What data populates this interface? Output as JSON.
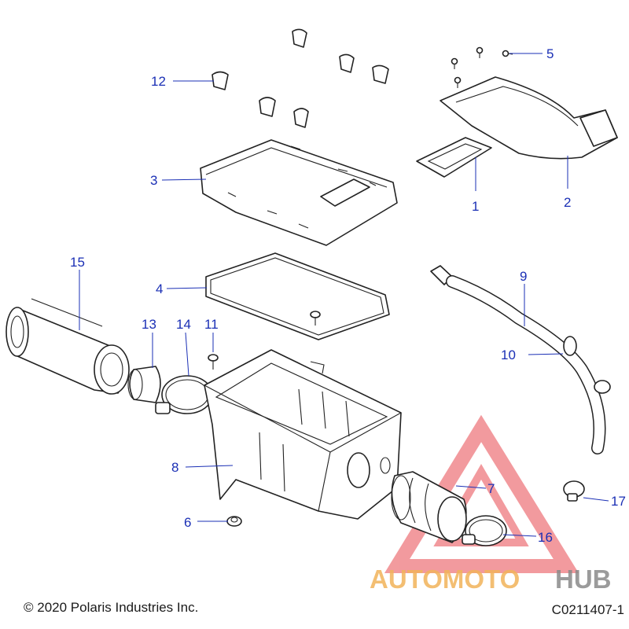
{
  "callouts": [
    {
      "id": "1",
      "label": "1"
    },
    {
      "id": "2",
      "label": "2"
    },
    {
      "id": "3",
      "label": "3"
    },
    {
      "id": "4",
      "label": "4"
    },
    {
      "id": "5",
      "label": "5"
    },
    {
      "id": "6",
      "label": "6"
    },
    {
      "id": "7",
      "label": "7"
    },
    {
      "id": "8",
      "label": "8"
    },
    {
      "id": "9",
      "label": "9"
    },
    {
      "id": "10",
      "label": "10"
    },
    {
      "id": "11",
      "label": "11"
    },
    {
      "id": "12",
      "label": "12"
    },
    {
      "id": "13",
      "label": "13"
    },
    {
      "id": "14",
      "label": "14"
    },
    {
      "id": "15",
      "label": "15"
    },
    {
      "id": "16",
      "label": "16"
    },
    {
      "id": "17",
      "label": "17"
    }
  ],
  "footer": {
    "copyright": "© 2020 Polaris Industries Inc.",
    "drawing_id": "C0211407-1"
  },
  "watermark": {
    "text_part1": "AUTOMOTO",
    "text_part2": "HUB",
    "color_red": "#e8494f",
    "color_orange": "#f2b35a",
    "color_gray": "#8a8a8a"
  },
  "colors": {
    "callout": "#1a2fb5",
    "line_art": "#222222"
  }
}
